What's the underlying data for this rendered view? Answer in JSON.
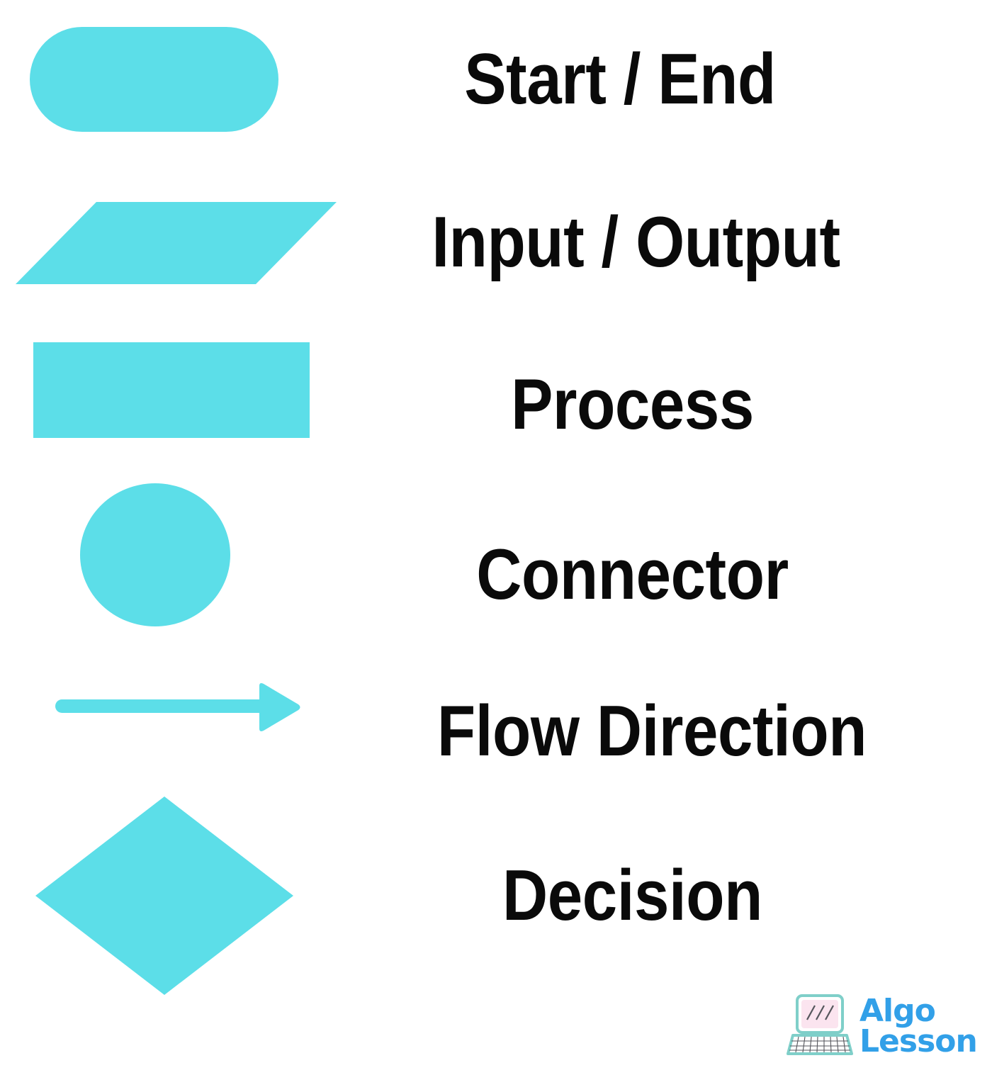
{
  "page": {
    "title": "Flowchart Symbols Legend",
    "background_color": "#ffffff",
    "symbol_color": "#5cdee8",
    "label_color": "#0a0a0a"
  },
  "legend": {
    "rows": [
      {
        "symbol": "stadium",
        "symbol_icon_name": "start-end-stadium-shape",
        "label": "Start / End"
      },
      {
        "symbol": "parallelogram",
        "symbol_icon_name": "input-output-parallelogram-shape",
        "label": "Input / Output"
      },
      {
        "symbol": "rectangle",
        "symbol_icon_name": "process-rectangle-shape",
        "label": "Process"
      },
      {
        "symbol": "circle",
        "symbol_icon_name": "connector-circle-shape",
        "label": "Connector"
      },
      {
        "symbol": "arrow",
        "symbol_icon_name": "flow-direction-arrow-shape",
        "label": "Flow Direction"
      },
      {
        "symbol": "diamond",
        "symbol_icon_name": "decision-diamond-shape",
        "label": "Decision"
      }
    ]
  },
  "logo": {
    "icon_name": "laptop-icon",
    "line1": "Algo",
    "line2": "Lesson",
    "text_color": "#32a0e8",
    "laptop_outline_color": "#7fcfc9",
    "laptop_screen_color": "#fbe4ef"
  }
}
